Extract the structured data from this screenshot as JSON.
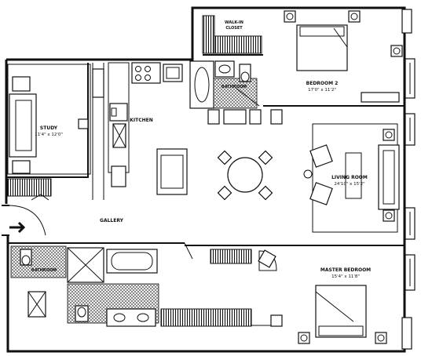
{
  "plan": {
    "rooms": {
      "study": {
        "name": "STUDY",
        "dims": "11'4\" x 12'0\""
      },
      "kitchen": {
        "name": "KITCHEN"
      },
      "walk_in_closet": {
        "name": "WALK-IN",
        "sub": "CLOSET"
      },
      "bathroom_upper": {
        "name": "BATHROOM"
      },
      "bedroom2": {
        "name": "BEDROOM 2",
        "dims": "17'0\" x 11'2\""
      },
      "living_room": {
        "name": "LIVING ROOM",
        "dims": "24'10\" x 15'2\""
      },
      "gallery": {
        "name": "GALLERY"
      },
      "bathroom_left": {
        "name": "BATHROOM"
      },
      "master_bedroom": {
        "name": "MASTER BEDROOM",
        "dims": "15'4\" x 11'8\""
      }
    }
  }
}
